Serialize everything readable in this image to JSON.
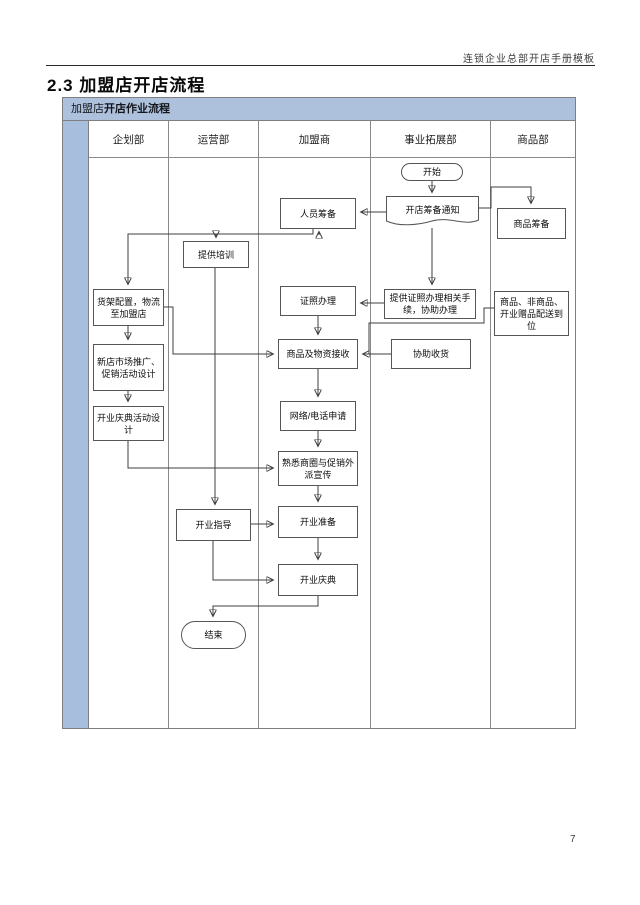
{
  "page": {
    "header_title": "连锁企业总部开店手册模板",
    "section_title": "2.3 加盟店开店流程",
    "page_number": "7"
  },
  "flowchart": {
    "title_regular": "加盟店",
    "title_bold": "开店作业流程",
    "lanes": [
      "企划部",
      "运营部",
      "加盟商",
      "事业拓展部",
      "商品部"
    ],
    "colors": {
      "band_blue": "#adc0dc",
      "frame_border": "#7f7f7f",
      "node_border": "#565656",
      "connector": "#3f3f3f"
    },
    "nodes": [
      {
        "id": "start",
        "label": "开始",
        "type": "terminator",
        "lane": "事业拓展部"
      },
      {
        "id": "opening-prep-notice",
        "label": "开店筹备通知",
        "type": "document",
        "lane": "事业拓展部"
      },
      {
        "id": "staff-preparation",
        "label": "人员筹备",
        "type": "process",
        "lane": "加盟商"
      },
      {
        "id": "merchandise-preparation",
        "label": "商品筹备",
        "type": "process",
        "lane": "商品部"
      },
      {
        "id": "provide-training",
        "label": "提供培训",
        "type": "process",
        "lane": "运营部"
      },
      {
        "id": "shelf-logistics",
        "label": "货架配置，物流至加盟店",
        "type": "process",
        "lane": "企划部"
      },
      {
        "id": "license-handling",
        "label": "证照办理",
        "type": "process",
        "lane": "加盟商"
      },
      {
        "id": "license-assistance",
        "label": "提供证照办理相关手续，协助办理",
        "type": "process",
        "lane": "事业拓展部"
      },
      {
        "id": "goods-delivery",
        "label": "商品、非商品、开业赠品配送到位",
        "type": "process",
        "lane": "商品部"
      },
      {
        "id": "market-promotion-design",
        "label": "新店市场推广、促销活动设计",
        "type": "process",
        "lane": "企划部"
      },
      {
        "id": "goods-receiving",
        "label": "商品及物资接收",
        "type": "process",
        "lane": "加盟商"
      },
      {
        "id": "assist-receiving",
        "label": "协助收货",
        "type": "process",
        "lane": "事业拓展部"
      },
      {
        "id": "network-phone-application",
        "label": "网络/电话申请",
        "type": "process",
        "lane": "加盟商"
      },
      {
        "id": "opening-ceremony-design",
        "label": "开业庆典活动设计",
        "type": "process",
        "lane": "企划部"
      },
      {
        "id": "familiarize-trade-area",
        "label": "熟悉商圈与促销外派宣传",
        "type": "process",
        "lane": "加盟商"
      },
      {
        "id": "opening-guidance",
        "label": "开业指导",
        "type": "process",
        "lane": "运营部"
      },
      {
        "id": "opening-preparation",
        "label": "开业准备",
        "type": "process",
        "lane": "加盟商"
      },
      {
        "id": "opening-ceremony",
        "label": "开业庆典",
        "type": "process",
        "lane": "加盟商"
      },
      {
        "id": "end",
        "label": "结束",
        "type": "terminator",
        "lane": "运营部"
      }
    ]
  }
}
